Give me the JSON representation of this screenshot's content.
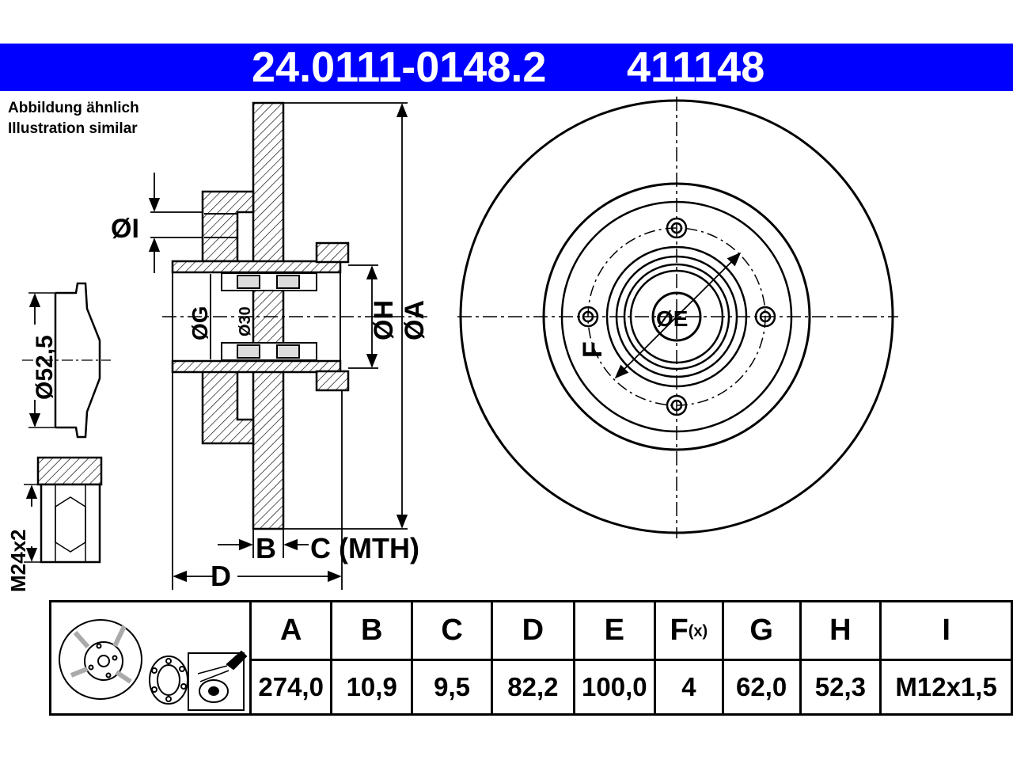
{
  "header": {
    "part_number": "24.0111-0148.2",
    "ref_number": "411148",
    "background": "#0000ff"
  },
  "note": {
    "line1": "Abbildung ähnlich",
    "line2": "Illustration similar"
  },
  "drawing": {
    "label_I": "ØI",
    "label_G": "ØG",
    "label_30": "Ø30",
    "label_H": "ØH",
    "label_A": "ØA",
    "label_B": "B",
    "label_C": "C (MTH)",
    "label_D": "D",
    "label_E": "ØE",
    "label_F": "F",
    "label_52": "Ø52,5",
    "label_M24": "M24x2"
  },
  "table": {
    "columns": [
      {
        "key": "A",
        "value": "274,0"
      },
      {
        "key": "B",
        "value": "10,9"
      },
      {
        "key": "C",
        "value": "9,5"
      },
      {
        "key": "D",
        "value": "82,2"
      },
      {
        "key": "E",
        "value": "100,0"
      },
      {
        "key": "F",
        "suffix": "(x)",
        "value": "4"
      },
      {
        "key": "G",
        "value": "62,0"
      },
      {
        "key": "H",
        "value": "52,3"
      },
      {
        "key": "I",
        "value": "M12x1,5"
      }
    ],
    "icons": [
      "brake-disc-icon",
      "bearing-icon",
      "grease-spray-icon"
    ]
  }
}
